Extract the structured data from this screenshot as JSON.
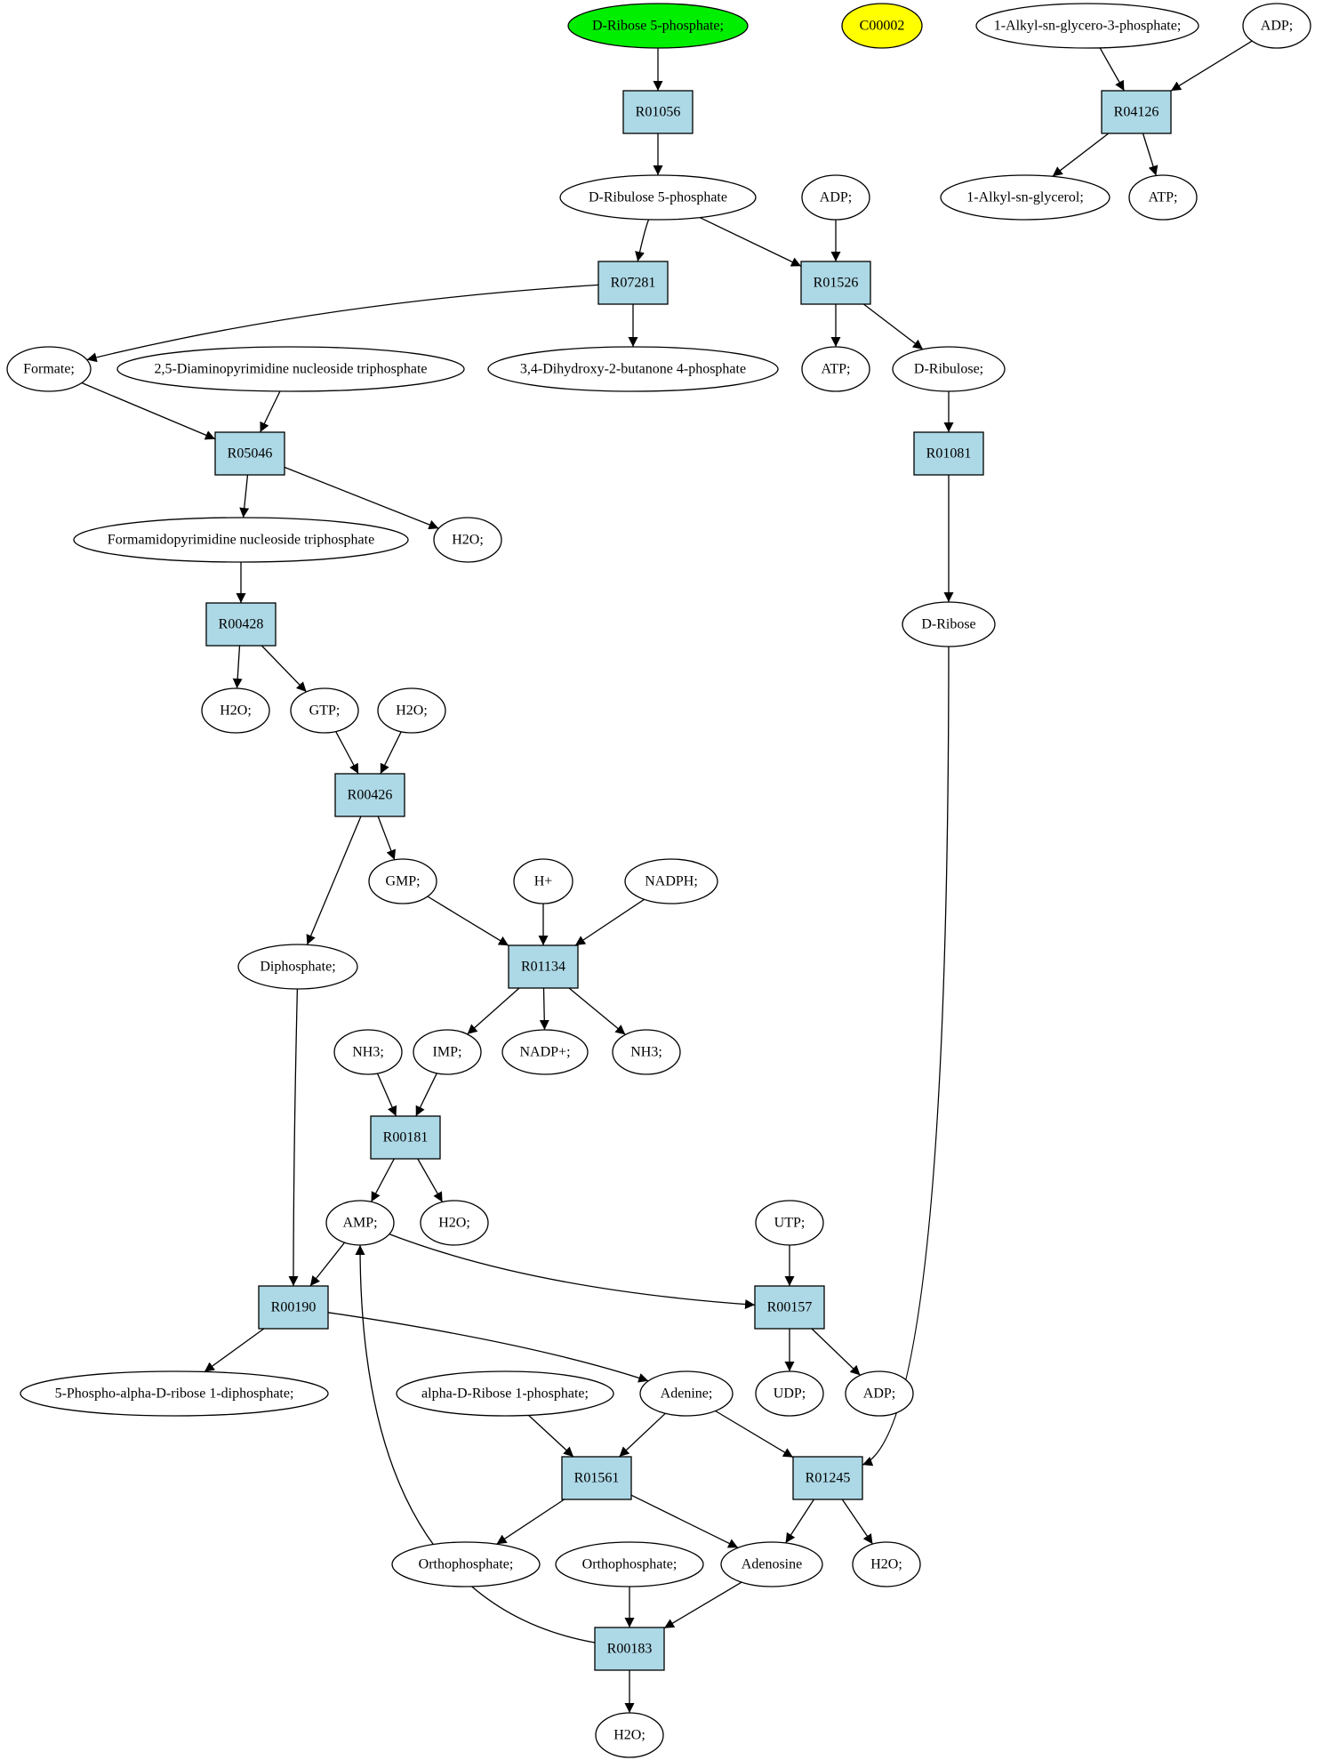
{
  "colors": {
    "reaction_fill": "#add8e6",
    "compound_fill": "#ffffff",
    "highlight_green": "#00ee00",
    "highlight_yellow": "#ffff00",
    "stroke": "#000000"
  },
  "nodes": {
    "n_ribose5p": "D-Ribose 5-phosphate;",
    "n_c00002": "C00002",
    "n_alkylg3p": "1-Alkyl-sn-glycero-3-phosphate;",
    "n_adp_top": "ADP;",
    "r_R01056": "R01056",
    "r_R04126": "R04126",
    "n_ribulose5p": "D-Ribulose 5-phosphate",
    "n_adp_mid": "ADP;",
    "n_alkylg": "1-Alkyl-sn-glycerol;",
    "n_atp_r": "ATP;",
    "r_R07281": "R07281",
    "r_R01526": "R01526",
    "n_formate": "Formate;",
    "n_diamino": "2,5-Diaminopyrimidine nucleoside triphosphate",
    "n_dhbp": "3,4-Dihydroxy-2-butanone 4-phosphate",
    "n_atp_m": "ATP;",
    "n_ribulose": "D-Ribulose;",
    "r_R05046": "R05046",
    "r_R01081": "R01081",
    "n_formamido": "Formamidopyrimidine nucleoside triphosphate",
    "n_h2o_a": "H2O;",
    "r_R00428": "R00428",
    "n_dribose": "D-Ribose",
    "n_h2o_b": "H2O;",
    "n_gtp": "GTP;",
    "n_h2o_c": "H2O;",
    "r_R00426": "R00426",
    "n_gmp": "GMP;",
    "n_hplus": "H+",
    "n_nadph": "NADPH;",
    "n_diphosphate": "Diphosphate;",
    "r_R01134": "R01134",
    "n_nh3_a": "NH3;",
    "n_imp": "IMP;",
    "n_nadp": "NADP+;",
    "n_nh3_b": "NH3;",
    "r_R00181": "R00181",
    "n_amp": "AMP;",
    "n_h2o_d": "H2O;",
    "n_utp": "UTP;",
    "r_R00190": "R00190",
    "r_R00157": "R00157",
    "n_prpp": "5-Phospho-alpha-D-ribose 1-diphosphate;",
    "n_ar1p": "alpha-D-Ribose 1-phosphate;",
    "n_adenine": "Adenine;",
    "n_udp": "UDP;",
    "n_adp_b": "ADP;",
    "r_R01561": "R01561",
    "r_R01245": "R01245",
    "n_ortho_a": "Orthophosphate;",
    "n_ortho_b": "Orthophosphate;",
    "n_adenosine": "Adenosine",
    "n_h2o_e": "H2O;",
    "r_R00183": "R00183",
    "n_h2o_f": "H2O;"
  },
  "edges": [
    [
      "n_ribose5p",
      "r_R01056"
    ],
    [
      "r_R01056",
      "n_ribulose5p"
    ],
    [
      "n_alkylg3p",
      "r_R04126"
    ],
    [
      "n_adp_top",
      "r_R04126"
    ],
    [
      "r_R04126",
      "n_alkylg"
    ],
    [
      "r_R04126",
      "n_atp_r"
    ],
    [
      "n_ribulose5p",
      "r_R07281"
    ],
    [
      "n_ribulose5p",
      "r_R01526"
    ],
    [
      "n_adp_mid",
      "r_R01526"
    ],
    [
      "r_R07281",
      "n_formate"
    ],
    [
      "r_R07281",
      "n_dhbp"
    ],
    [
      "r_R01526",
      "n_atp_m"
    ],
    [
      "r_R01526",
      "n_ribulose"
    ],
    [
      "n_ribulose",
      "r_R01081"
    ],
    [
      "r_R01081",
      "n_dribose"
    ],
    [
      "n_dribose",
      "r_R01245"
    ],
    [
      "n_formate",
      "r_R05046"
    ],
    [
      "n_diamino",
      "r_R05046"
    ],
    [
      "r_R05046",
      "n_formamido"
    ],
    [
      "r_R05046",
      "n_h2o_a"
    ],
    [
      "n_formamido",
      "r_R00428"
    ],
    [
      "r_R00428",
      "n_h2o_b"
    ],
    [
      "r_R00428",
      "n_gtp"
    ],
    [
      "n_gtp",
      "r_R00426"
    ],
    [
      "n_h2o_c",
      "r_R00426"
    ],
    [
      "r_R00426",
      "n_gmp"
    ],
    [
      "r_R00426",
      "n_diphosphate"
    ],
    [
      "n_gmp",
      "r_R01134"
    ],
    [
      "n_hplus",
      "r_R01134"
    ],
    [
      "n_nadph",
      "r_R01134"
    ],
    [
      "r_R01134",
      "n_imp"
    ],
    [
      "r_R01134",
      "n_nadp"
    ],
    [
      "r_R01134",
      "n_nh3_b"
    ],
    [
      "n_nh3_a",
      "r_R00181"
    ],
    [
      "n_imp",
      "r_R00181"
    ],
    [
      "r_R00181",
      "n_amp"
    ],
    [
      "r_R00181",
      "n_h2o_d"
    ],
    [
      "n_diphosphate",
      "r_R00190"
    ],
    [
      "n_amp",
      "r_R00190"
    ],
    [
      "n_amp",
      "r_R00157"
    ],
    [
      "n_utp",
      "r_R00157"
    ],
    [
      "r_R00157",
      "n_udp"
    ],
    [
      "r_R00157",
      "n_adp_b"
    ],
    [
      "r_R00190",
      "n_prpp"
    ],
    [
      "r_R00190",
      "n_adenine"
    ],
    [
      "n_ar1p",
      "r_R01561"
    ],
    [
      "n_adenine",
      "r_R01561"
    ],
    [
      "n_adenine",
      "r_R01245"
    ],
    [
      "r_R01561",
      "n_ortho_a"
    ],
    [
      "r_R01561",
      "n_adenosine"
    ],
    [
      "r_R01245",
      "n_adenosine"
    ],
    [
      "r_R01245",
      "n_h2o_e"
    ],
    [
      "n_ortho_b",
      "r_R00183"
    ],
    [
      "n_adenosine",
      "r_R00183"
    ],
    [
      "r_R00183",
      "n_amp"
    ],
    [
      "r_R00183",
      "n_h2o_f"
    ]
  ]
}
